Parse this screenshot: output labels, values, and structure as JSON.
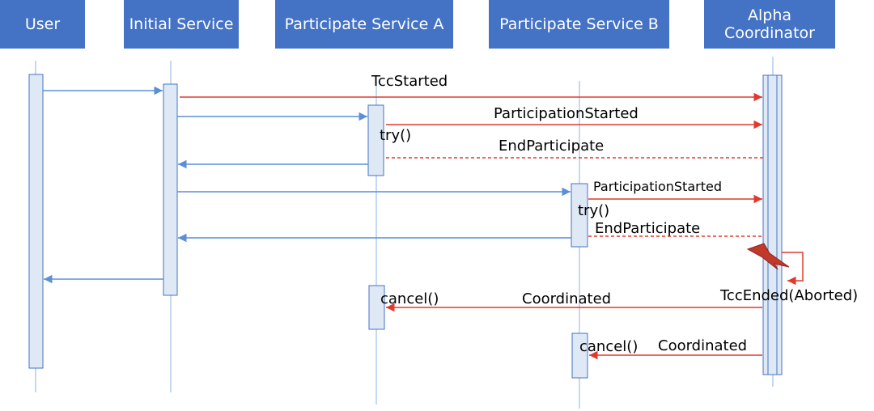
{
  "participants": {
    "user": "User",
    "initial": "Initial Service",
    "serviceA": "Participate Service A",
    "serviceB": "Participate Service B",
    "alpha_line1": "Alpha",
    "alpha_line2": "Coordinator"
  },
  "messages": {
    "tcc_started": "TccStarted",
    "participation_started_a": "ParticipationStarted",
    "try_a": "try()",
    "end_participate_a": "EndParticipate",
    "participation_started_b": "ParticipationStarted",
    "try_b": "try()",
    "end_participate_b": "EndParticipate",
    "tcc_ended": "TccEnded(Aborted)",
    "cancel_a": "cancel()",
    "coordinated_a": "Coordinated",
    "cancel_b": "cancel()",
    "coordinated_b": "Coordinated"
  },
  "colors": {
    "header_bg": "#4472c4",
    "header_text": "#ffffff",
    "blue_arrow": "#5b8fd6",
    "red_arrow": "#e03a2f",
    "activation_fill": "#dfe9f6",
    "activation_stroke": "#4472c4",
    "lifeline": "#9dc0e6"
  }
}
